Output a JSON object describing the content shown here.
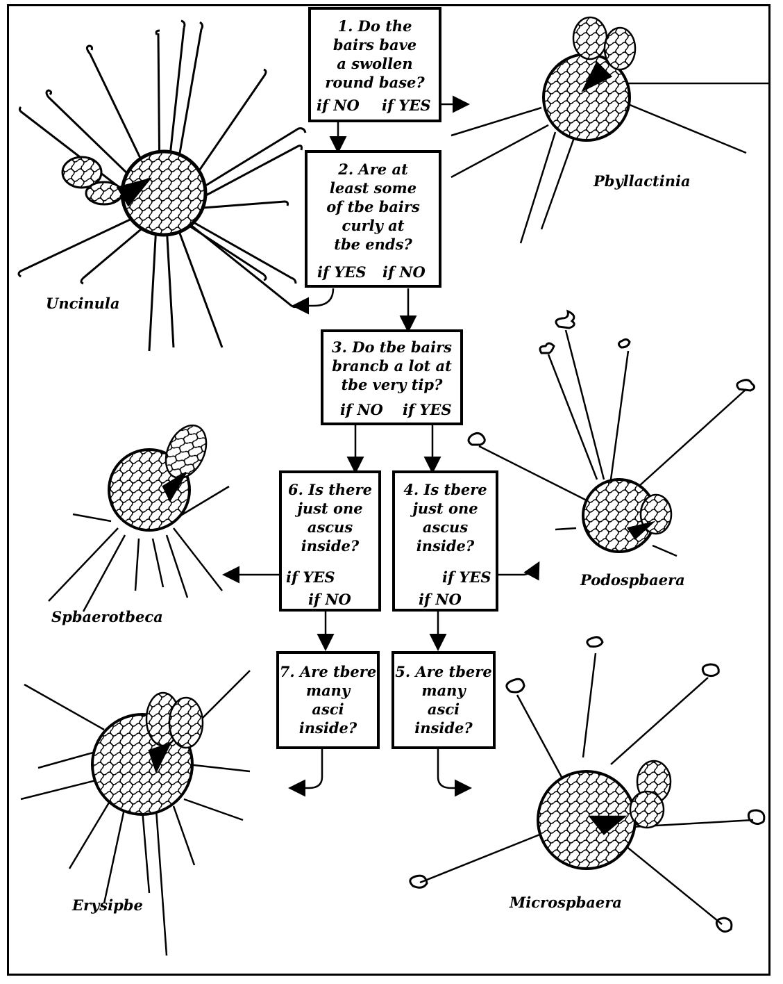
{
  "questions": [
    {
      "id": "q1",
      "lines": [
        "1. Do the",
        "bairs bave",
        "a swollen",
        "round base?"
      ],
      "left_answer": "if NO",
      "right_answer": "if YES"
    },
    {
      "id": "q2",
      "lines": [
        "2. Are at",
        "least some",
        "of tbe bairs",
        "curly at",
        "tbe ends?"
      ],
      "left_answer": "if YES",
      "right_answer": "if NO"
    },
    {
      "id": "q3",
      "lines": [
        "3. Do tbe bairs",
        "brancb a lot at",
        "tbe very tip?"
      ],
      "left_answer": "if NO",
      "right_answer": "if YES"
    },
    {
      "id": "q6",
      "lines": [
        "6. Is there",
        "just one",
        "ascus",
        "inside?"
      ],
      "yes_answer": "if YES",
      "no_answer": "if NO"
    },
    {
      "id": "q4",
      "lines": [
        "4. Is tbere",
        "just one",
        "ascus",
        "inside?"
      ],
      "yes_answer": "if YES",
      "no_answer": "if NO"
    },
    {
      "id": "q7",
      "lines": [
        "7. Are tbere",
        "many",
        "asci",
        "inside?"
      ]
    },
    {
      "id": "q5",
      "lines": [
        "5. Are tbere",
        "many",
        "asci",
        "inside?"
      ]
    }
  ],
  "genera": {
    "uncinula": "Uncinula",
    "phyllactinia": "Pbyllactinia",
    "podosphaera": "Podospbaera",
    "sphaerotheca": "Spbaerotbeca",
    "erysiphe": "Erysipbe",
    "microsphaera": "Microspbaera"
  }
}
